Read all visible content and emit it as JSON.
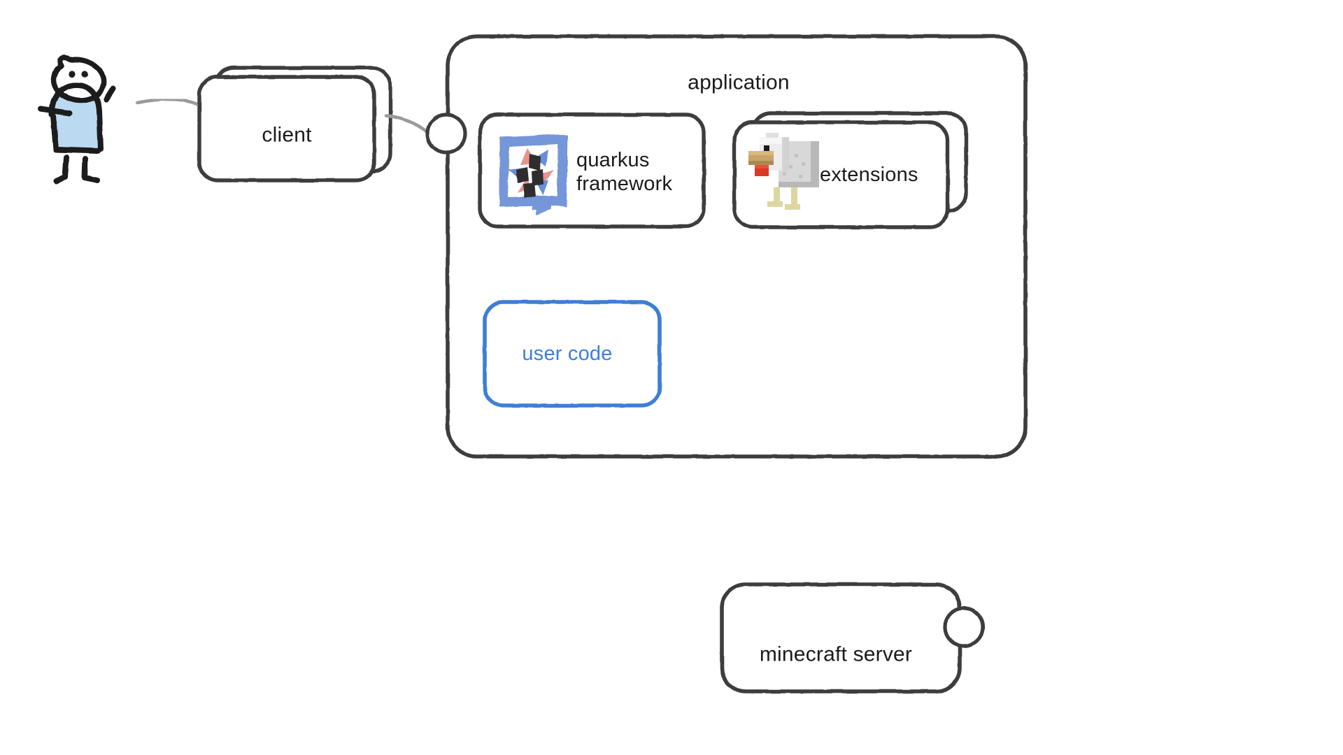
{
  "diagram": {
    "title": "quarkus minecraft architecture",
    "style": "hand-drawn",
    "background": "#ffffff"
  },
  "actor": {
    "name": "user-actor",
    "body_fill": "#bcd9f2",
    "stroke": "#1a1a1a"
  },
  "nodes": {
    "client": {
      "label": "client",
      "stacked": true,
      "stack_count": 2,
      "stroke": "#3d3d3d"
    },
    "application": {
      "label": "application",
      "stroke": "#3d3d3d"
    },
    "quarkus": {
      "label_line1": "quarkus",
      "label_line2": "framework",
      "icon": "quarkus-logo-icon",
      "stroke": "#3d3d3d"
    },
    "extensions": {
      "label": "extensions",
      "icon": "minecraft-chicken-icon",
      "stacked": true,
      "stack_count": 2,
      "stroke": "#3d3d3d"
    },
    "user_code": {
      "label": "user code",
      "stroke": "#3d7fd6",
      "text_color": "#3d7fd6"
    },
    "minecraft_server": {
      "label": "minecraft server",
      "stroke": "#3d3d3d",
      "has_port": true
    }
  },
  "connectors": [
    {
      "name": "actor-to-client",
      "from": "actor",
      "to": "client",
      "color": "#9a9a9a"
    },
    {
      "name": "client-to-application",
      "from": "client",
      "to": "application-port",
      "color": "#9a9a9a"
    }
  ],
  "colors": {
    "ink": "#3d3d3d",
    "ink_dark": "#1a1a1a",
    "blue_accent": "#3d7fd6",
    "body_blue": "#bcd9f2",
    "connector_gray": "#9a9a9a",
    "quarkus_blue": "#6b8ed6",
    "quarkus_pink": "#e8938c",
    "quarkus_dark": "#2d2d2d",
    "chicken_white": "#e8e8e8",
    "chicken_gray": "#b8b8b8",
    "chicken_beak": "#c9a468",
    "chicken_wattle": "#d83a23",
    "chicken_legs": "#ded6a0"
  }
}
